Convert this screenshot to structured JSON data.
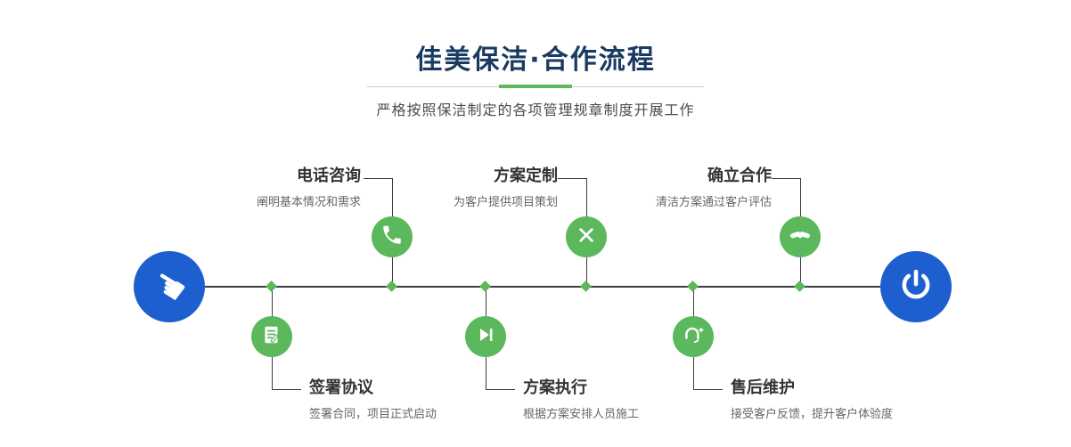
{
  "page": {
    "title": "佳美保洁·合作流程",
    "subtitle": "严格按照保洁制定的各项管理规章制度开展工作"
  },
  "flow": {
    "start": {
      "icon": "pointing-hand-icon",
      "glyph": "☚"
    },
    "end": {
      "icon": "power-icon"
    },
    "top_steps": [
      {
        "title": "电话咨询",
        "desc": "阐明基本情况和需求",
        "icon": "phone-icon"
      },
      {
        "title": "方案定制",
        "desc": "为客户提供项目策划",
        "icon": "design-tools-icon"
      },
      {
        "title": "确立合作",
        "desc": "清洁方案通过客户评估",
        "icon": "handshake-icon"
      }
    ],
    "bottom_steps": [
      {
        "title": "签署协议",
        "desc": "签署合同，项目正式启动",
        "icon": "contract-icon"
      },
      {
        "title": "方案执行",
        "desc": "根据方案安排人员施工",
        "icon": "execute-icon"
      },
      {
        "title": "售后维护",
        "desc": "接受客户反馈，提升客户体验度",
        "icon": "support-headset-icon"
      }
    ]
  },
  "colors": {
    "green": "#5cb85c",
    "blue": "#1e5fd0",
    "navy": "#1b3a61",
    "line": "#3d3d3d"
  }
}
